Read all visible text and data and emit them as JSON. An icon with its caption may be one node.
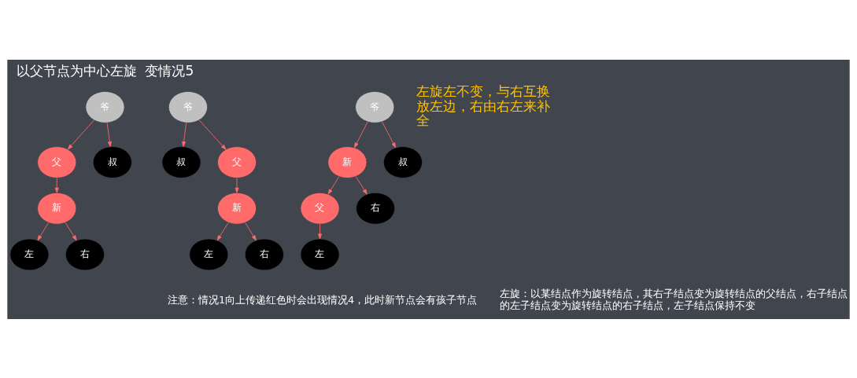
{
  "diagram": {
    "title": "以父节点为中心左旋  变情况5",
    "nodes": [
      {
        "text": [
          "爷"
        ]
      },
      {
        "text": [
          "父"
        ]
      },
      {
        "text": [
          "叔"
        ]
      },
      {
        "text": [
          "新"
        ]
      },
      {
        "text": [
          "左"
        ]
      },
      {
        "text": [
          "右"
        ]
      },
      {
        "text": [
          "爷"
        ]
      },
      {
        "text": [
          "叔"
        ]
      },
      {
        "text": [
          "父"
        ]
      },
      {
        "text": [
          "新"
        ]
      },
      {
        "text": [
          "左"
        ]
      },
      {
        "text": [
          "右"
        ]
      },
      {
        "text": [
          "爷"
        ]
      },
      {
        "text": [
          "新"
        ]
      },
      {
        "text": [
          "叔"
        ]
      },
      {
        "text": [
          "父"
        ]
      },
      {
        "text": [
          "右"
        ]
      },
      {
        "text": [
          "左"
        ]
      }
    ],
    "edges": [
      {
        "from": 0,
        "to": 1,
        "arrow": "to"
      },
      {
        "from": 0,
        "to": 2,
        "arrow": "to"
      },
      {
        "from": 1,
        "to": 3,
        "arrow": "to"
      },
      {
        "from": 3,
        "to": 4,
        "arrow": "to"
      },
      {
        "from": 3,
        "to": 5,
        "arrow": "to"
      },
      {
        "from": 6,
        "to": 8,
        "arrow": "to"
      },
      {
        "from": 6,
        "to": 7,
        "arrow": "to"
      },
      {
        "from": 8,
        "to": 9,
        "arrow": "to"
      },
      {
        "from": 9,
        "to": 10,
        "arrow": "to"
      },
      {
        "from": 9,
        "to": 11,
        "arrow": "to"
      },
      {
        "from": 12,
        "to": 13,
        "arrow": "to"
      },
      {
        "from": 12,
        "to": 14,
        "arrow": "to"
      },
      {
        "from": 13,
        "to": 15,
        "arrow": "to"
      },
      {
        "from": 13,
        "to": 16,
        "arrow": "to"
      },
      {
        "from": 15,
        "to": 17,
        "arrow": "to"
      }
    ],
    "labels": [
      "左旋左不变，与右互换放左边，右由右左来补全",
      "注意：情况1向上传递红色时会出现情况4，此时新节点会有孩子节点",
      "左旋：以某结点作为旋转结点，其右子结点变为旋转结点的父结点，右子结点的左子结点变为旋转结点的右子结点，左子结点保持不变"
    ]
  }
}
